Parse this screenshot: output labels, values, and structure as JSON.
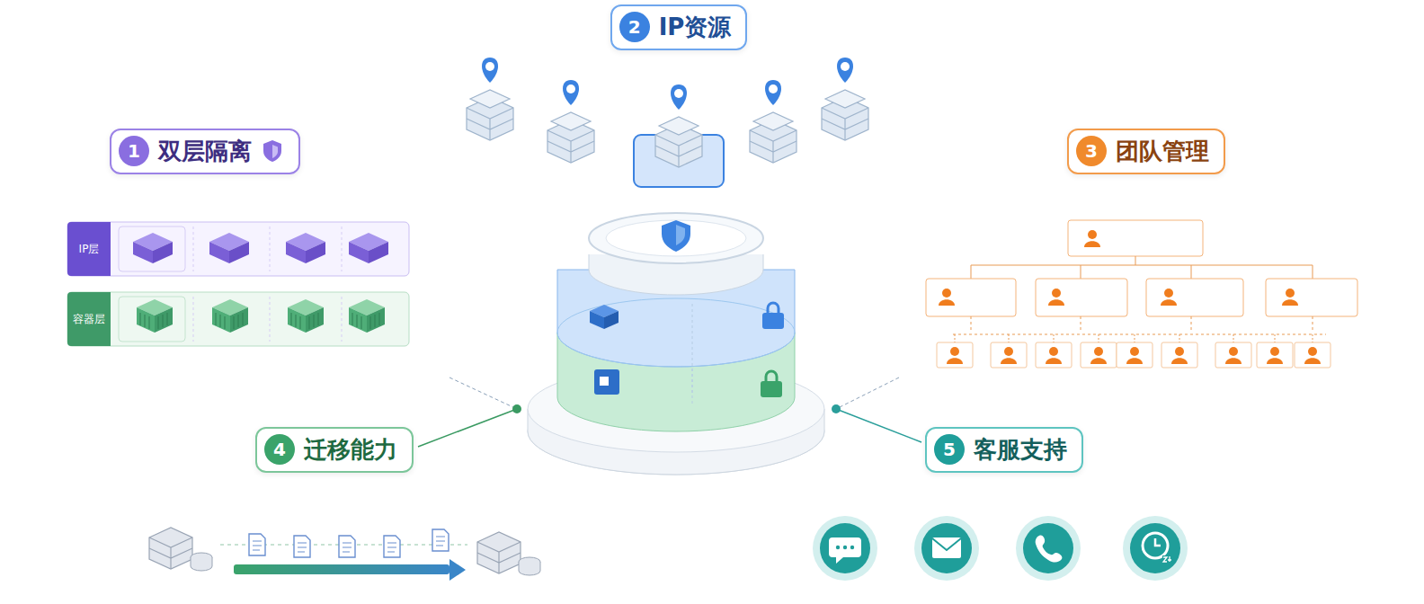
{
  "diagram": {
    "nodes": [
      {
        "text": [
          "1",
          "双层隔离"
        ]
      },
      {
        "text": [
          "IP层"
        ],
        "in": 0
      },
      {
        "text": [
          "容器层"
        ],
        "in": 0
      },
      {
        "text": [
          "2",
          "IP资源"
        ]
      },
      {
        "text": [
          "3",
          "团队管理"
        ]
      },
      {
        "text": [
          "4",
          "迁移能力"
        ]
      },
      {
        "text": [
          "5",
          "客服支持"
        ]
      }
    ]
  }
}
